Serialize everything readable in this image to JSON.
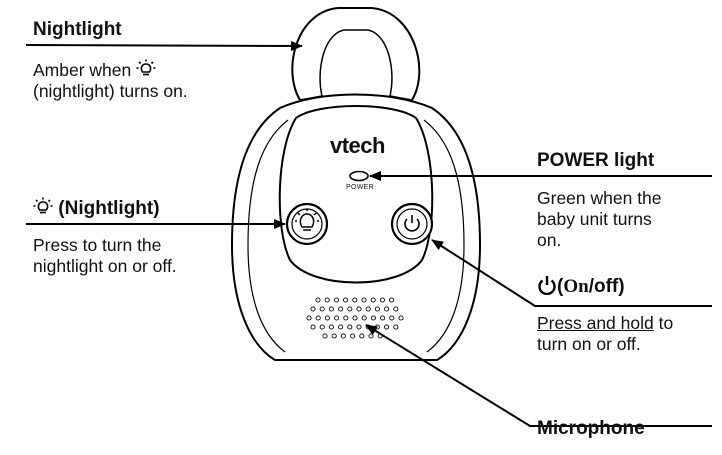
{
  "device": {
    "brand": "vtech",
    "power_led_caption": "POWER"
  },
  "callouts": {
    "nightlight_top": {
      "title": "Nightlight",
      "desc_line1_pre": "Amber when",
      "desc_line2": "(nightlight) turns on."
    },
    "nightlight_button": {
      "title": "(Nightlight)",
      "desc_line1": "Press to turn the",
      "desc_line2": "nightlight on or off."
    },
    "power_light": {
      "title": "POWER light",
      "desc_line1": "Green when the",
      "desc_line2": "baby unit turns",
      "desc_line3": "on."
    },
    "onoff": {
      "title_paren_open": "(",
      "title_on": "On",
      "title_rest": "/off)",
      "desc_underlined": "Press and hold",
      "desc_line1_rest": " to",
      "desc_line2": "turn on or off."
    },
    "microphone": {
      "title": "Microphone"
    }
  },
  "icons": {
    "nightlight": "nightlight-sun-icon",
    "power": "power-icon"
  }
}
